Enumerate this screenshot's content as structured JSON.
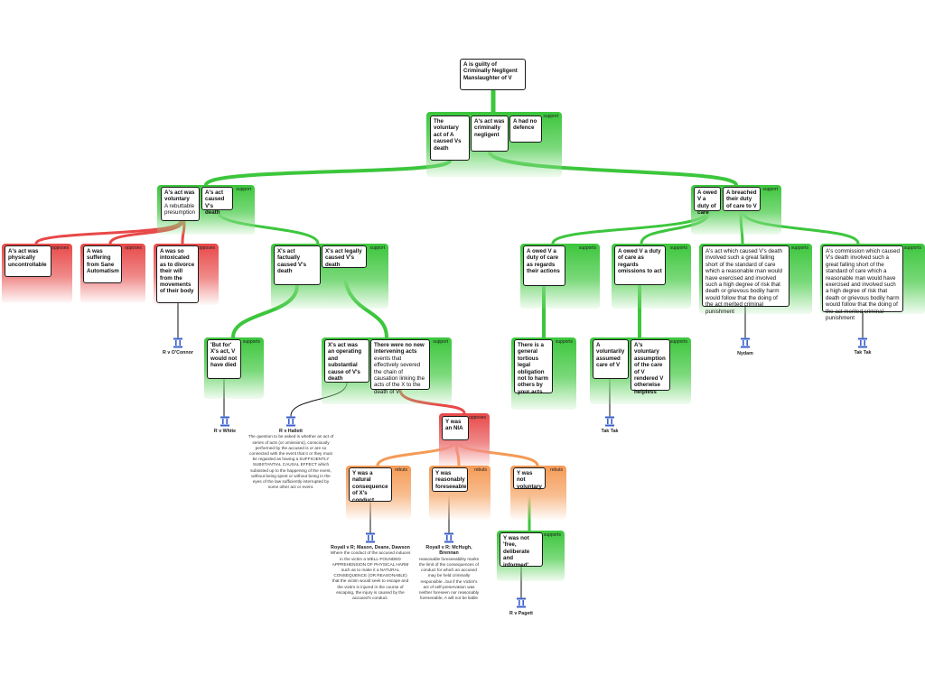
{
  "colors": {
    "support": "#3cc63c",
    "oppose": "#e84848",
    "rebut": "#f59a56",
    "link": "#111111"
  },
  "tags": {
    "support": "support",
    "supports": "supports",
    "opposes": "opposes",
    "rebuts": "rebuts"
  },
  "claims": {
    "main": "A is guilty of Criminally Negligent Manslaughter of V",
    "voluntary_act_caused_death": "The voluntary act of A caused Vs death",
    "criminally_negligent": "A's act was criminally negligent",
    "no_defence": "A had no defence",
    "act_voluntary": "A's act  was voluntary",
    "act_voluntary_note": "A rebuttable presumption",
    "act_caused_death": "A's act caused V's death",
    "owed_duty": "A owed V a duty of care",
    "breached_duty": "A breached their duty of care to V",
    "physically_uncontrollable": "A's act was physically uncontrollable",
    "sane_automatism": "A was suffering from Sane Automatism",
    "intoxicated": "A was so intoxicated as to divorce their will from the movements of their body",
    "factually_caused": "X's act factually caused V's death",
    "legally_caused": "X's act legally caused V's death",
    "duty_regards_actions": "A owed V a duty of care as regards their actions",
    "duty_regards_omissions": "A owed V a duty of care as regards omissions to act",
    "act_breach": "A's act which caused V's death involved such a great falling short of the standard of care which a reasonable man would have exercised and involved such a high degree of risk that death or grievous bodily harm would follow that the doing of the act merited criminal punishment",
    "omission_breach": "A's commission which caused V's death involved such a great falling short of the standard of care which a reasonable man would have exercised and involved such a high degree of risk that death or grievous bodily harm would follow that the doing of the act merited criminal punishment",
    "but_for": "'But for' X's act, V would not have died",
    "operating_substantial": "X's act was an operating and substantial cause of V's death",
    "no_new_intervening": "There were no new intervening acts",
    "no_new_intervening_note": "events that effectively severed the chain of causation linking the acts of the X to the death of V",
    "general_tortious": "There is a general tortious legal obligation not to harm others by your acts",
    "voluntarily_assumed": "A voluntarily assumed care of V",
    "voluntary_assumption_helpless": "A's voluntary assumption of the care of V rendered V otherwise helpless",
    "y_nia": "Y was an NIA",
    "natural_consequence": "Y was a natural consequence of X's conduct",
    "reasonably_foreseeable": "Y was reasonably foreseeable",
    "not_voluntary": "Y was not voluntary",
    "not_free": "Y was not 'free, deliberate and informed'"
  },
  "citations": {
    "oconnor": {
      "name": "R v O'Connor",
      "desc": ""
    },
    "white": {
      "name": "R v White",
      "desc": ""
    },
    "hallett": {
      "name": "R v Hallett",
      "desc": "The question to be asked is whether an act of series of acts (or omissions), consciously performed by the accused is or are so connected with the event that it or they must be regarded as having a SUFFICIENTLY SUBSTANTIAL CAUSAL EFFECT which subsisted up to the happening of the event, without being spent or without being in the eyes of the law sufficiently interrupted by some other act or event."
    },
    "tak": {
      "name": "Tak Tak",
      "desc": ""
    },
    "nydam": {
      "name": "Nydam",
      "desc": ""
    },
    "tak2": {
      "name": "Tak Tak",
      "desc": ""
    },
    "royall_mason": {
      "name": "Royall v R; Mason, Deane, Dawson",
      "desc": "Where the conduct of the accused induces in the victim a WELL-FOUNDED APPREHENSION OF PHYSICAL HARM such as to make it a NATURAL CONSEQUENCE (OR REASONABLE) that the victim would seek to escape and the victim is injured in the course of escaping, the injury is caused by the accused's conduct."
    },
    "royall_mchugh": {
      "name": "Royall v R; McHugh, Brennan",
      "desc": "reasonable foreseeability marks the limit of the consequences of conduct for which an accused may be held criminally responsible...but if the Victim's act of self-preservation was neither foreseen nor reasonably foreseeable, A will not be liable"
    },
    "pagett": {
      "name": "R v Pagett",
      "desc": ""
    }
  }
}
